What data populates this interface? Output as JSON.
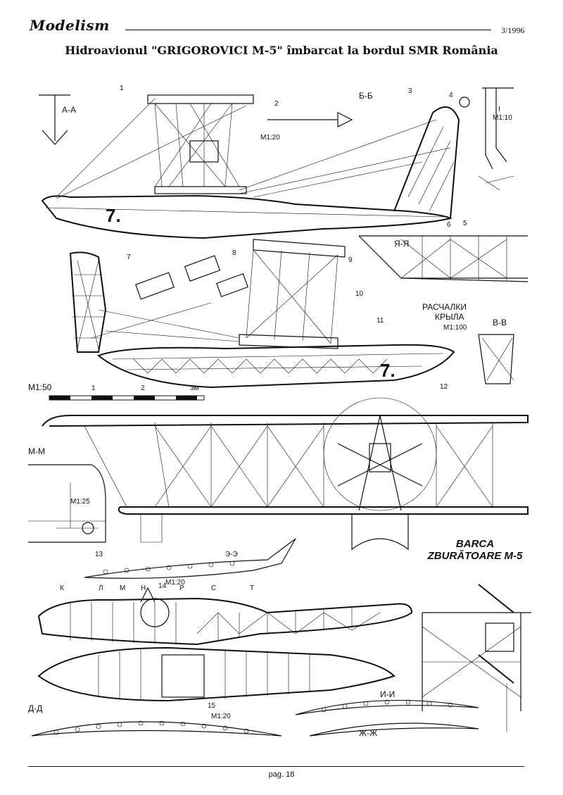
{
  "header": {
    "logo_text": "Modelism",
    "issue": "3/1996"
  },
  "title": "Hidroavionul \"GRIGOROVICI M-5\" îmbarcat la bordul SMR România",
  "caption": {
    "line1": "BARCA",
    "line2": "ZBURĂTOARE M-5"
  },
  "sections": {
    "aa": "А-А",
    "bb": "Б-Б",
    "ii_top": "I",
    "ii_scale": "M1:10",
    "bb_scale": "M1:20",
    "yaya": "Я-Я",
    "wing_struts_1": "РАСЧАЛКИ",
    "wing_struts_2": "КРЫЛА",
    "wing_struts_scale": "M1:100",
    "vv": "В-В",
    "mm": "М-М",
    "mm_scale": "M1:25",
    "ee": "Э-Э",
    "ee_scale": "M1:20",
    "dd": "Д-Д",
    "dd_scale": "M1:20",
    "ii": "И-И",
    "zhzh": "Ж-Ж"
  },
  "scale_bar": {
    "label": "M1:50",
    "ticks": [
      "1",
      "2",
      "3м"
    ]
  },
  "station_letters": [
    "К",
    "Л",
    "М",
    "Н",
    "Р",
    "С",
    "Т"
  ],
  "callouts": [
    "1",
    "2",
    "3",
    "4",
    "5",
    "6",
    "7",
    "8",
    "9",
    "10",
    "11",
    "12",
    "13",
    "14",
    "15"
  ],
  "hull_number": "7.",
  "footer": {
    "page": "pag. 18"
  }
}
